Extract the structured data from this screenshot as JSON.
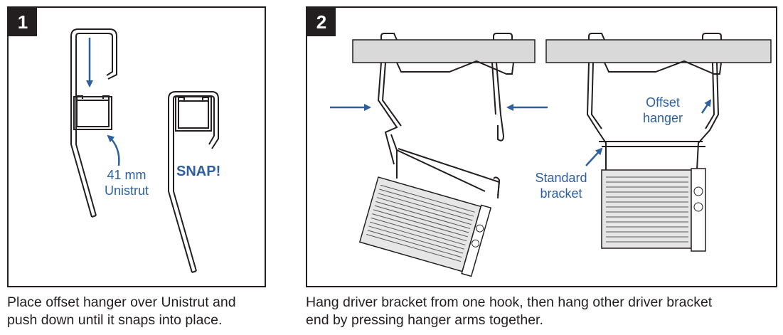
{
  "steps": [
    {
      "number": "1",
      "caption_line1": "Place offset hanger over Unistrut and",
      "caption_line2": "push down until it snaps into place.",
      "labels": {
        "unistrut_line1": "41 mm",
        "unistrut_line2": "Unistrut",
        "snap": "SNAP!"
      }
    },
    {
      "number": "2",
      "caption_line1": "Hang driver bracket from one hook, then hang other driver bracket",
      "caption_line2": "end by pressing hanger arms together.",
      "labels": {
        "offset_line1": "Offset",
        "offset_line2": "hanger",
        "standard_line1": "Standard",
        "standard_line2": "bracket"
      }
    }
  ],
  "colors": {
    "accent": "#2e5f9e",
    "line": "#231f20",
    "badge": "#231f20",
    "ceiling": "#d9d9d9"
  }
}
